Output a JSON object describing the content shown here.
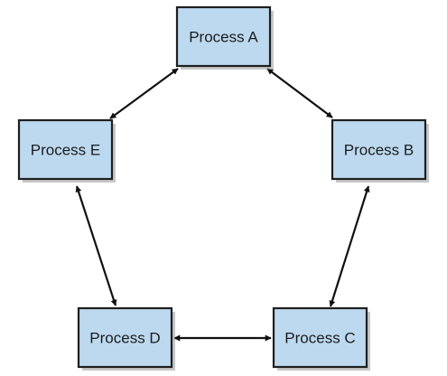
{
  "diagram": {
    "nodes": {
      "a": {
        "label": "Process A"
      },
      "b": {
        "label": "Process B"
      },
      "c": {
        "label": "Process C"
      },
      "d": {
        "label": "Process D"
      },
      "e": {
        "label": "Process E"
      }
    },
    "edges": [
      {
        "from": "a",
        "to": "b",
        "direction": "both"
      },
      {
        "from": "b",
        "to": "c",
        "direction": "both"
      },
      {
        "from": "c",
        "to": "d",
        "direction": "both"
      },
      {
        "from": "d",
        "to": "e",
        "direction": "both"
      },
      {
        "from": "e",
        "to": "a",
        "direction": "both"
      }
    ]
  }
}
